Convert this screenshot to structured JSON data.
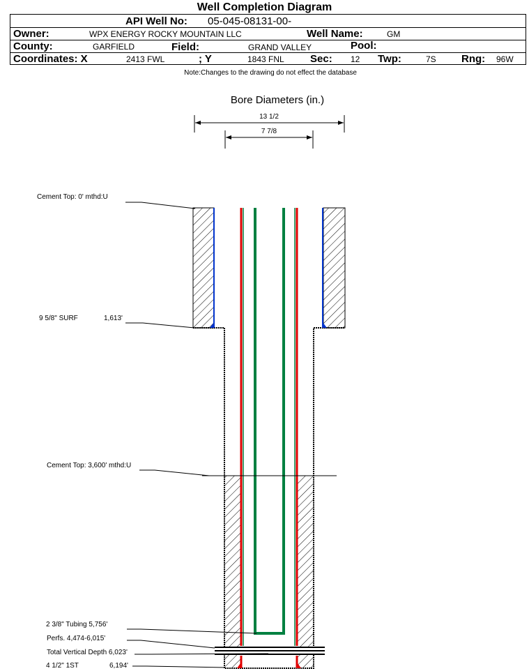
{
  "title": "Well Completion Diagram",
  "header": {
    "api_label": "API Well No:",
    "api_value": "05-045-08131-00-",
    "owner_label": "Owner:",
    "owner_value": "WPX ENERGY ROCKY MOUNTAIN LLC",
    "well_name_label": "Well Name:",
    "well_name_value": "GM",
    "county_label": "County:",
    "county_value": "GARFIELD",
    "field_label": "Field:",
    "field_value": "GRAND VALLEY",
    "pool_label": "Pool:",
    "coord_x_label": "Coordinates: X",
    "coord_x_value": "2413 FWL",
    "coord_y_label": "; Y",
    "coord_y_value": "1843 FNL",
    "sec_label": "Sec:",
    "sec_value": "12",
    "twp_label": "Twp:",
    "twp_value": "7S",
    "rng_label": "Rng:",
    "rng_value": "96W"
  },
  "note": "Note:Changes to the drawing do not effect the database",
  "bore": {
    "title": "Bore Diameters (in.)",
    "outer": "13 1/2",
    "inner": "7 7/8"
  },
  "labels": {
    "cement_top_surface": "Cement Top: 0' mthd:U",
    "surface_casing": "9 5/8\" SURF",
    "surface_depth": "1,613'",
    "cement_top_prod": "Cement Top: 3,600' mthd:U",
    "tubing": "2 3/8\" Tubing 5,756'",
    "perfs": "Perfs. 4,474-6,015'",
    "tvd": "Total Vertical Depth 6,023'",
    "prod_casing": "4 1/2\" 1ST",
    "prod_depth": "6,194'"
  },
  "colors": {
    "surface_casing": "#0033cc",
    "prod_casing": "#e00000",
    "tubing": "#008040"
  }
}
